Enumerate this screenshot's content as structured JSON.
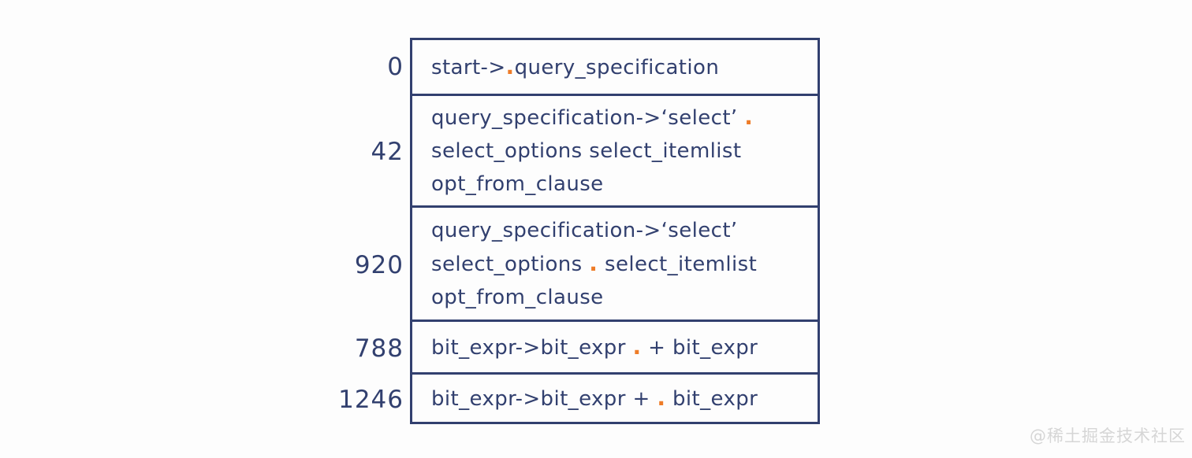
{
  "colors": {
    "ink": "#32406f",
    "dot": "#ee7c28",
    "background": "#fdfdfd",
    "watermark_color": "#d6d6d6"
  },
  "watermark": {
    "text": "@稀土掘金技术社区"
  },
  "states": [
    {
      "id": "0",
      "lines": [
        [
          {
            "text": "start->",
            "dot": false
          },
          {
            "text": ".",
            "dot": true
          },
          {
            "text": "query_specification",
            "dot": false
          }
        ]
      ]
    },
    {
      "id": "42",
      "lines": [
        [
          {
            "text": "query_specification->‘select’ ",
            "dot": false
          },
          {
            "text": ".",
            "dot": true
          }
        ],
        [
          {
            "text": "select_options select_itemlist",
            "dot": false
          }
        ],
        [
          {
            "text": "opt_from_clause",
            "dot": false
          }
        ]
      ]
    },
    {
      "id": "920",
      "lines": [
        [
          {
            "text": "query_specification->‘select’",
            "dot": false
          }
        ],
        [
          {
            "text": "select_options ",
            "dot": false
          },
          {
            "text": ".",
            "dot": true
          },
          {
            "text": " select_itemlist",
            "dot": false
          }
        ],
        [
          {
            "text": "opt_from_clause",
            "dot": false
          }
        ]
      ]
    },
    {
      "id": "788",
      "lines": [
        [
          {
            "text": "bit_expr->bit_expr ",
            "dot": false
          },
          {
            "text": ".",
            "dot": true
          },
          {
            "text": " + bit_expr",
            "dot": false
          }
        ]
      ]
    },
    {
      "id": "1246",
      "lines": [
        [
          {
            "text": "bit_expr->bit_expr + ",
            "dot": false
          },
          {
            "text": ".",
            "dot": true
          },
          {
            "text": " bit_expr",
            "dot": false
          }
        ]
      ]
    }
  ]
}
